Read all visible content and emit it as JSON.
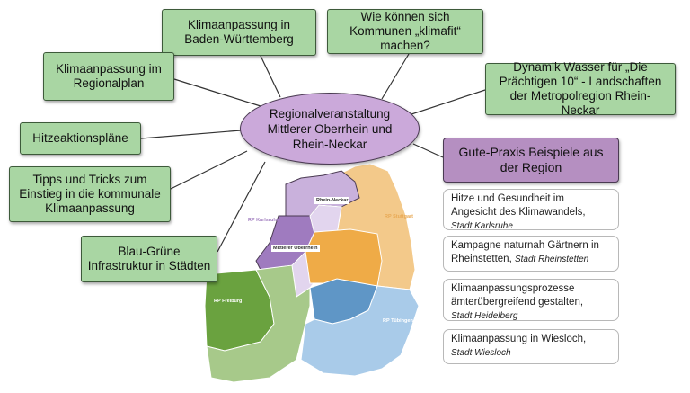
{
  "center": {
    "label": "Regionalveranstaltung Mittlerer Oberrhein und Rhein-Neckar"
  },
  "topics": [
    {
      "label": "Klimaanpassung in Baden-Württemberg"
    },
    {
      "label": "Wie können sich Kommunen „klimafit“ machen?"
    },
    {
      "label": "Klimaanpassung im Regionalplan"
    },
    {
      "label": "Dynamik Wasser für „Die Prächtigen 10“ - Landschaften der Metropolregion Rhein-Neckar"
    },
    {
      "label": "Hitzeaktionspläne"
    },
    {
      "label": "Tipps und Tricks zum Einstieg in die kommunale Klimaanpassung"
    },
    {
      "label": "Blau-Grüne Infrastruktur in Städten"
    }
  ],
  "practice": {
    "title": "Gute-Praxis Beispiele aus der Region",
    "items": [
      {
        "text": "Hitze und Gesundheit im Angesicht des Klimawandels,",
        "city": "Stadt Karlsruhe"
      },
      {
        "text": "Kampagne naturnah Gärtnern in Rheinstetten,",
        "city": "Stadt Rheinstetten"
      },
      {
        "text": "Klimaanpassungsprozesse ämterübergreifend gestalten,",
        "city": "Stadt Heidelberg"
      },
      {
        "text": "Klimaanpassung in Wiesloch,",
        "city": "Stadt Wiesloch"
      }
    ]
  },
  "map": {
    "regions": [
      "RP Karlsruhe",
      "RP Stuttgart",
      "RP Freiburg",
      "RP Tübingen"
    ],
    "highlighted": [
      "Rhein-Neckar",
      "Mittlerer Oberrhein"
    ],
    "colors": {
      "karlsruhe": "#c9b1dc",
      "stuttgart": "#f3c98a",
      "freiburg": "#a7c98a",
      "tuebingen": "#a9cbe9"
    }
  }
}
